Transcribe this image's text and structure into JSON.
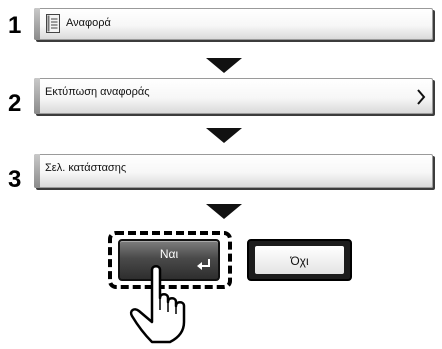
{
  "steps": [
    {
      "number": "1",
      "label": "Αναφορά",
      "icon": "document-icon"
    },
    {
      "number": "2",
      "label": "Εκτύπωση αναφοράς",
      "icon": "chevron-right-icon"
    },
    {
      "number": "3",
      "label": "Σελ. κατάστασης"
    }
  ],
  "dialog": {
    "yes_label": "Ναι",
    "no_label": "Όχι"
  },
  "icons": [
    "document-icon",
    "chevron-right-icon",
    "enter-icon",
    "pointing-hand-icon"
  ]
}
